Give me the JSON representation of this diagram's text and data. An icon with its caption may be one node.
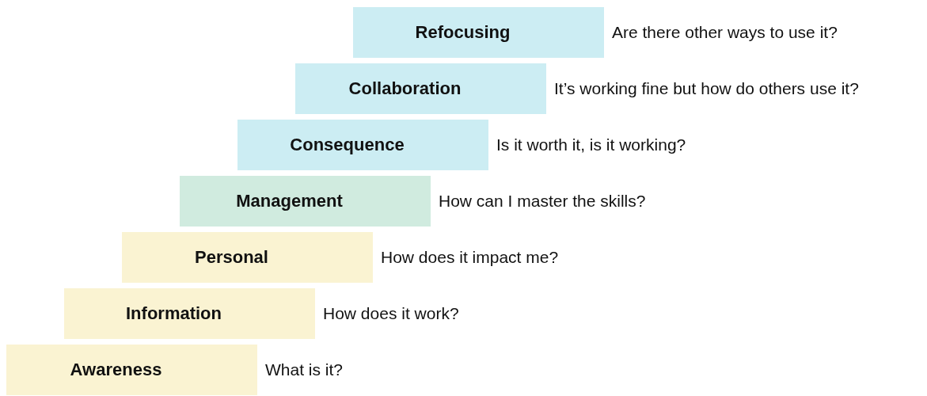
{
  "diagram": {
    "nodes": [
      {
        "text": [
          "Refocusing"
        ],
        "beside": [
          "Are there other ways to use it?"
        ]
      },
      {
        "text": [
          "Collaboration"
        ],
        "beside": [
          "It’s working fine but how do others use it?"
        ]
      },
      {
        "text": [
          "Consequence"
        ],
        "beside": [
          "Is it worth it, is it working?"
        ]
      },
      {
        "text": [
          "Management"
        ],
        "beside": [
          "How can I master the skills?"
        ]
      },
      {
        "text": [
          "Personal"
        ],
        "beside": [
          "How does it impact me?"
        ]
      },
      {
        "text": [
          "Information"
        ],
        "beside": [
          "How does it work?"
        ]
      },
      {
        "text": [
          "Awareness"
        ],
        "beside": [
          "What is it?"
        ]
      }
    ]
  }
}
